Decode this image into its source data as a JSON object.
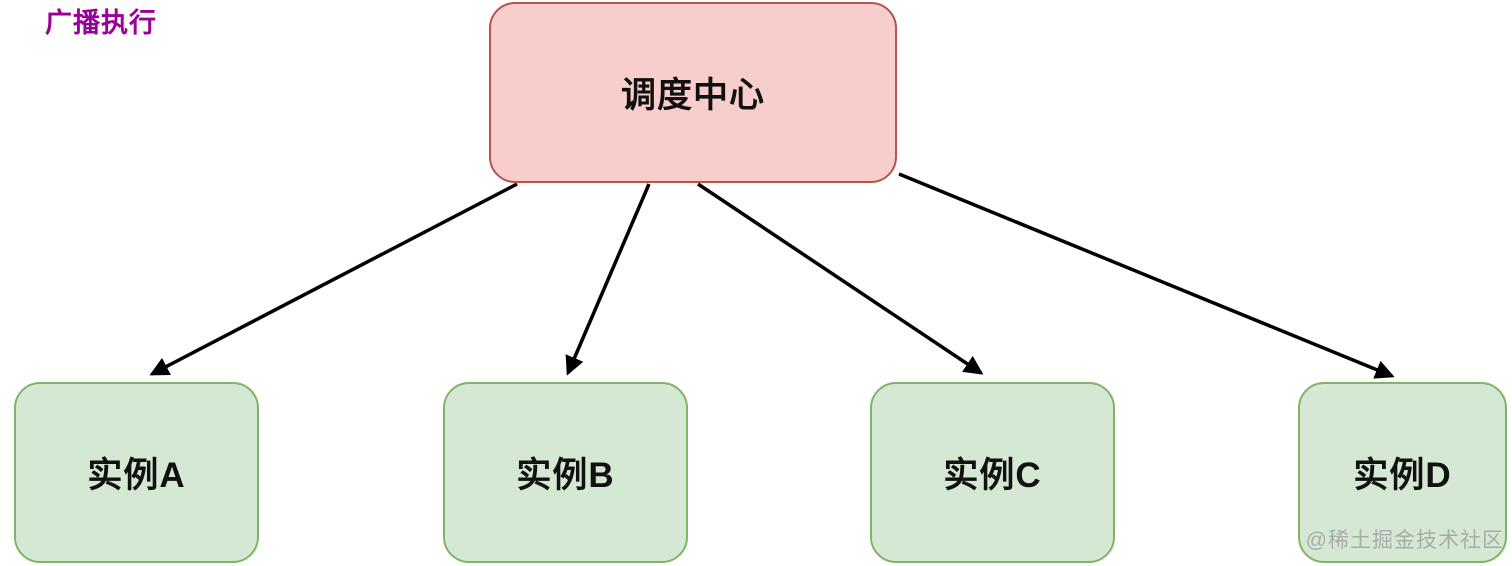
{
  "title": {
    "label": "广播执行"
  },
  "colors": {
    "title-color": "#990099",
    "center-fill": "#f8cecc",
    "center-border": "#b85450",
    "instance-fill": "#d5e8d4",
    "instance-border": "#82b366",
    "arrow-color": "#000000",
    "watermark-color": "#9e9e9e"
  },
  "nodes": {
    "center": {
      "label": "调度中心"
    },
    "instances": [
      {
        "label": "实例A"
      },
      {
        "label": "实例B"
      },
      {
        "label": "实例C"
      },
      {
        "label": "实例D"
      }
    ]
  },
  "edges": [
    {
      "from": "调度中心",
      "to": "实例A"
    },
    {
      "from": "调度中心",
      "to": "实例B"
    },
    {
      "from": "调度中心",
      "to": "实例C"
    },
    {
      "from": "调度中心",
      "to": "实例D"
    }
  ],
  "watermark": {
    "label": "@稀土掘金技术社区"
  }
}
